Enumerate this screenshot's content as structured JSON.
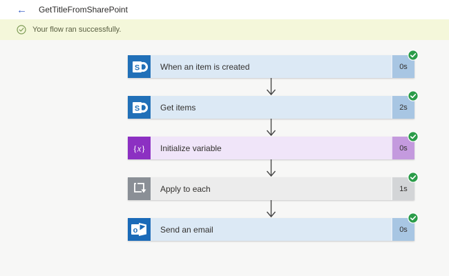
{
  "header": {
    "title": "GetTitleFromSharePoint",
    "back_icon": "back-arrow"
  },
  "banner": {
    "message": "Your flow ran successfully.",
    "icon": "check-circle-outline-icon"
  },
  "colors": {
    "success_green": "#2b9c49",
    "banner_bg": "#f4f7da",
    "back_arrow": "#3e63c9",
    "sharepoint_blue": "#2170b8",
    "outlook_blue": "#1a6ab8",
    "variable_purple": "#8c30c2",
    "apply_gray": "#8a8f96"
  },
  "flow": {
    "steps": [
      {
        "label": "When an item is created",
        "duration": "0s",
        "status": "succeeded",
        "icon": "sharepoint-icon",
        "colors": {
          "icon_bg": "#2170b8",
          "bar": "#dce9f5",
          "duration_bg": "#a8c6e3"
        }
      },
      {
        "label": "Get items",
        "duration": "2s",
        "status": "succeeded",
        "icon": "sharepoint-icon",
        "colors": {
          "icon_bg": "#2170b8",
          "bar": "#dce9f5",
          "duration_bg": "#a8c6e3"
        }
      },
      {
        "label": "Initialize variable",
        "duration": "0s",
        "status": "succeeded",
        "icon": "variable-icon",
        "colors": {
          "icon_bg": "#8c30c2",
          "bar": "#f0e5f9",
          "duration_bg": "#c49ade"
        }
      },
      {
        "label": "Apply to each",
        "duration": "1s",
        "status": "succeeded",
        "icon": "apply-to-each-icon",
        "colors": {
          "icon_bg": "#8a8f96",
          "bar": "#ececec",
          "duration_bg": "#d3d5d7"
        }
      },
      {
        "label": "Send an email",
        "duration": "0s",
        "status": "succeeded",
        "icon": "outlook-icon",
        "colors": {
          "icon_bg": "#1a6ab8",
          "bar": "#dce9f5",
          "duration_bg": "#a8c6e3"
        }
      }
    ]
  }
}
